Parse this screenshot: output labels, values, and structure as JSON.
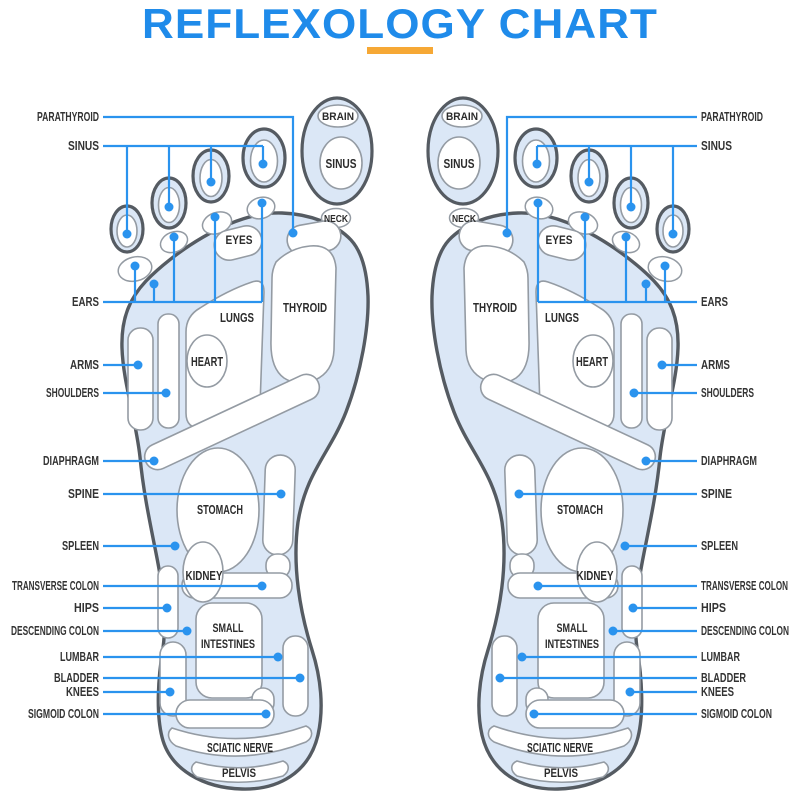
{
  "title": {
    "text": "REFLEXOLOGY CHART"
  },
  "colors": {
    "title_blue": "#1f8bea",
    "accent_blue": "#2a93ee",
    "underline_orange": "#f6a835",
    "foot_fill": "#dbe7f6",
    "outline_dark": "#555b62",
    "organ_outline": "#949ba3",
    "label_color": "#333333",
    "region_label_color": "#2b2b2b"
  },
  "labels": {
    "left": [
      "PARATHYROID",
      "SINUS",
      "EARS",
      "ARMS",
      "SHOULDERS",
      "DIAPHRAGM",
      "SPINE",
      "SPLEEN",
      "TRANSVERSE COLON",
      "HIPS",
      "DESCENDING COLON",
      "LUMBAR",
      "BLADDER",
      "KNEES",
      "SIGMOID COLON"
    ],
    "right": [
      "PARATHYROID",
      "SINUS",
      "EARS",
      "ARMS",
      "SHOULDERS",
      "DIAPHRAGM",
      "SPINE",
      "SPLEEN",
      "TRANSVERSE COLON",
      "HIPS",
      "DESCENDING COLON",
      "LUMBAR",
      "BLADDER",
      "KNEES",
      "SIGMOID COLON"
    ]
  },
  "regions": {
    "brain": "BRAIN",
    "sinus": "SINUS",
    "neck": "NECK",
    "eyes": "EYES",
    "lungs": "LUNGS",
    "thyroid": "THYROID",
    "heart": "HEART",
    "stomach": "STOMACH",
    "kidney": "KIDNEY",
    "small_line1": "SMALL",
    "small_line2": "INTESTINES",
    "sciatic": "SCIATIC NERVE",
    "pelvis": "PELVIS"
  }
}
